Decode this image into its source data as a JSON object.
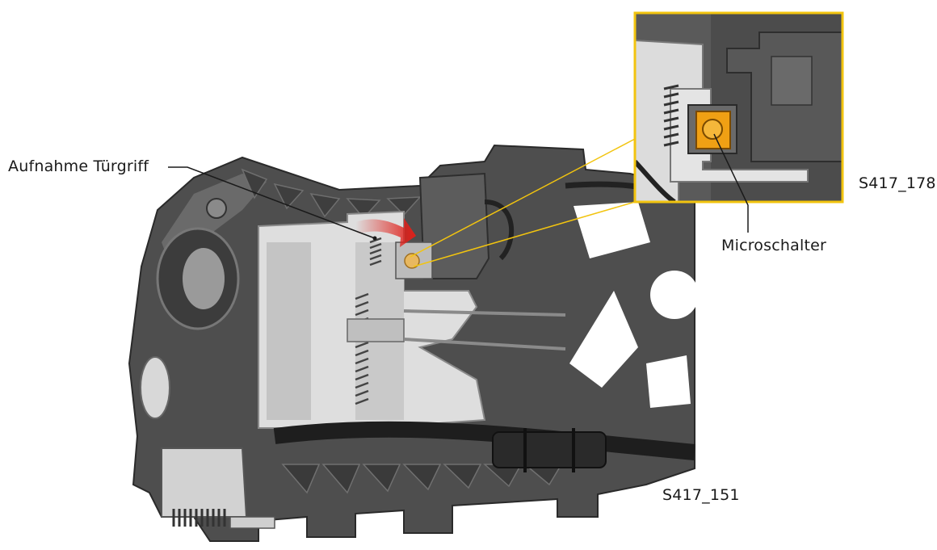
{
  "labels": {
    "door_handle_mount": "Aufnahme Türgriff",
    "microswitch": "Microschalter"
  },
  "figure_codes": {
    "main": "S417_151",
    "detail": "S417_178"
  },
  "colors": {
    "frame_dark": "#545454",
    "frame_mid": "#6e6e6e",
    "housing_light": "#dcdcdc",
    "detail_border": "#f2c40f",
    "switch_orange": "#f0a014",
    "arrow_red": "#e0201a",
    "leader_line": "#1a1a1a"
  }
}
